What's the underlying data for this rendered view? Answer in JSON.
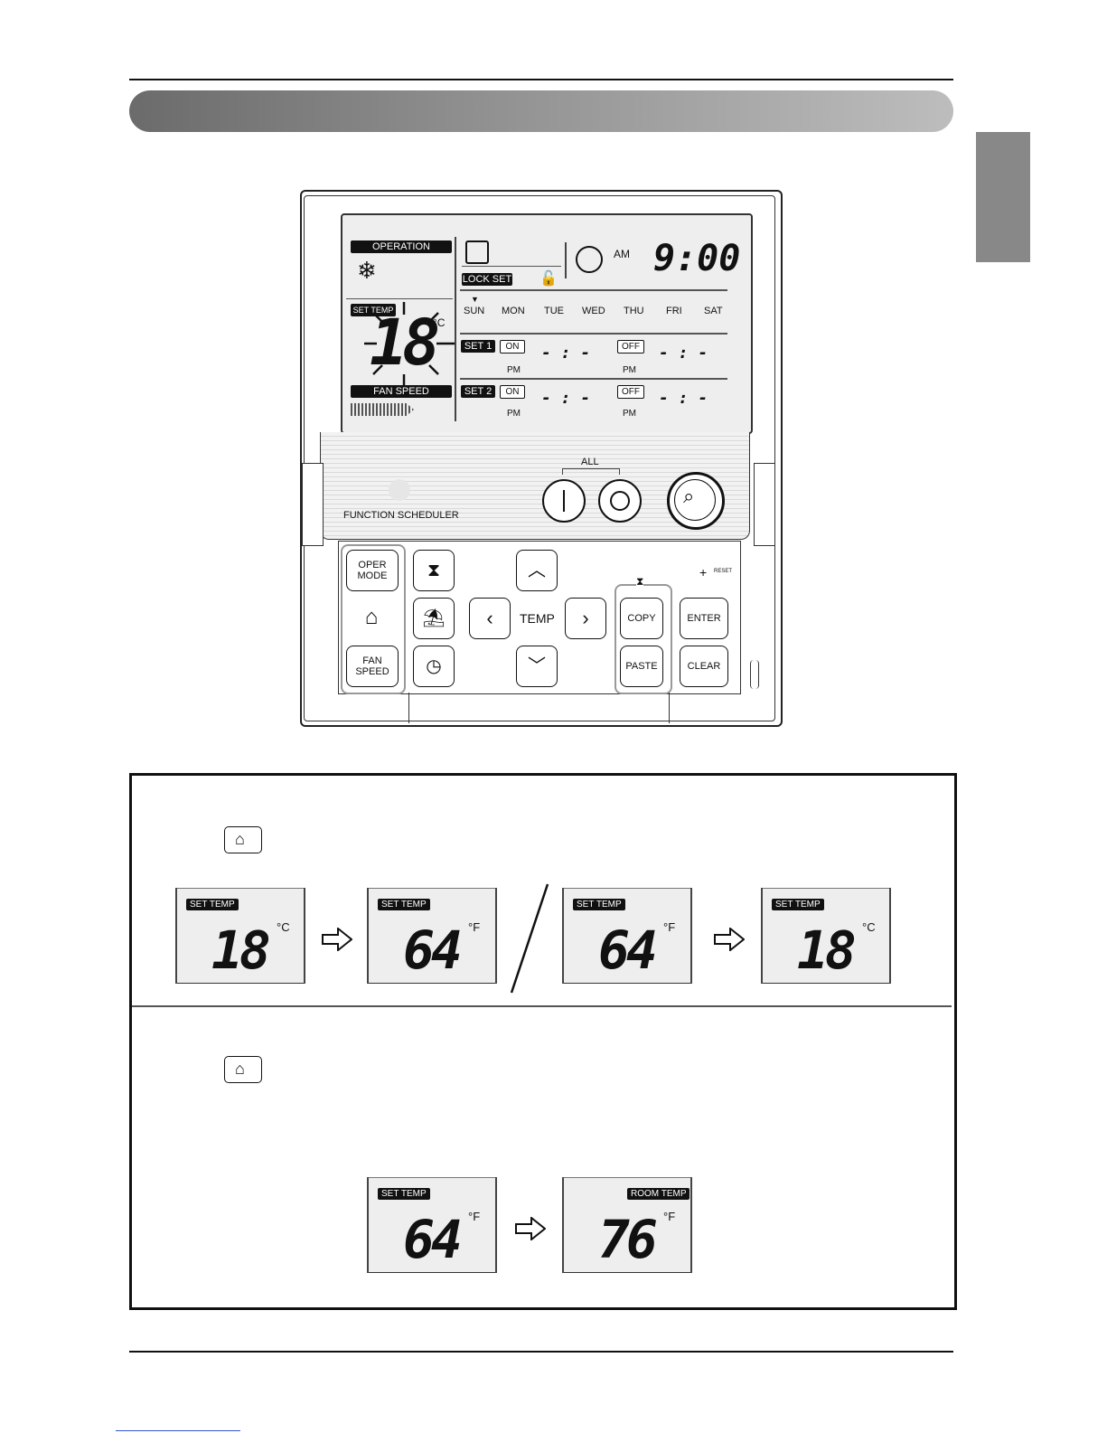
{
  "lcd": {
    "operation": "OPERATION",
    "lock_set": "LOCK SET",
    "am": "AM",
    "time": "9:00",
    "set_temp": "SET TEMP",
    "temp_value": "18",
    "temp_unit": "°C",
    "fan_speed": "FAN SPEED",
    "days": [
      "SUN",
      "MON",
      "TUE",
      "WED",
      "THU",
      "FRI",
      "SAT"
    ],
    "set1": "SET 1",
    "set2": "SET 2",
    "on": "ON",
    "off": "OFF",
    "pm": "PM",
    "dash": "- : -"
  },
  "panel": {
    "all": "ALL",
    "function_scheduler": "FUNCTION SCHEDULER"
  },
  "keys": {
    "oper_mode": "OPER MODE",
    "fan_speed": "FAN SPEED",
    "temp": "TEMP",
    "copy": "COPY",
    "paste": "PASTE",
    "enter": "ENTER",
    "clear": "CLEAR",
    "reset": "RESET"
  },
  "examples_row1": [
    {
      "tag": "SET TEMP",
      "value": "18",
      "unit": "°C"
    },
    {
      "tag": "SET TEMP",
      "value": "64",
      "unit": "°F"
    },
    {
      "tag": "SET TEMP",
      "value": "64",
      "unit": "°F"
    },
    {
      "tag": "SET TEMP",
      "value": "18",
      "unit": "°C"
    }
  ],
  "examples_row2": [
    {
      "tag": "SET TEMP",
      "value": "64",
      "unit": "°F"
    },
    {
      "tag": "ROOM TEMP",
      "value": "76",
      "unit": "°F"
    }
  ]
}
